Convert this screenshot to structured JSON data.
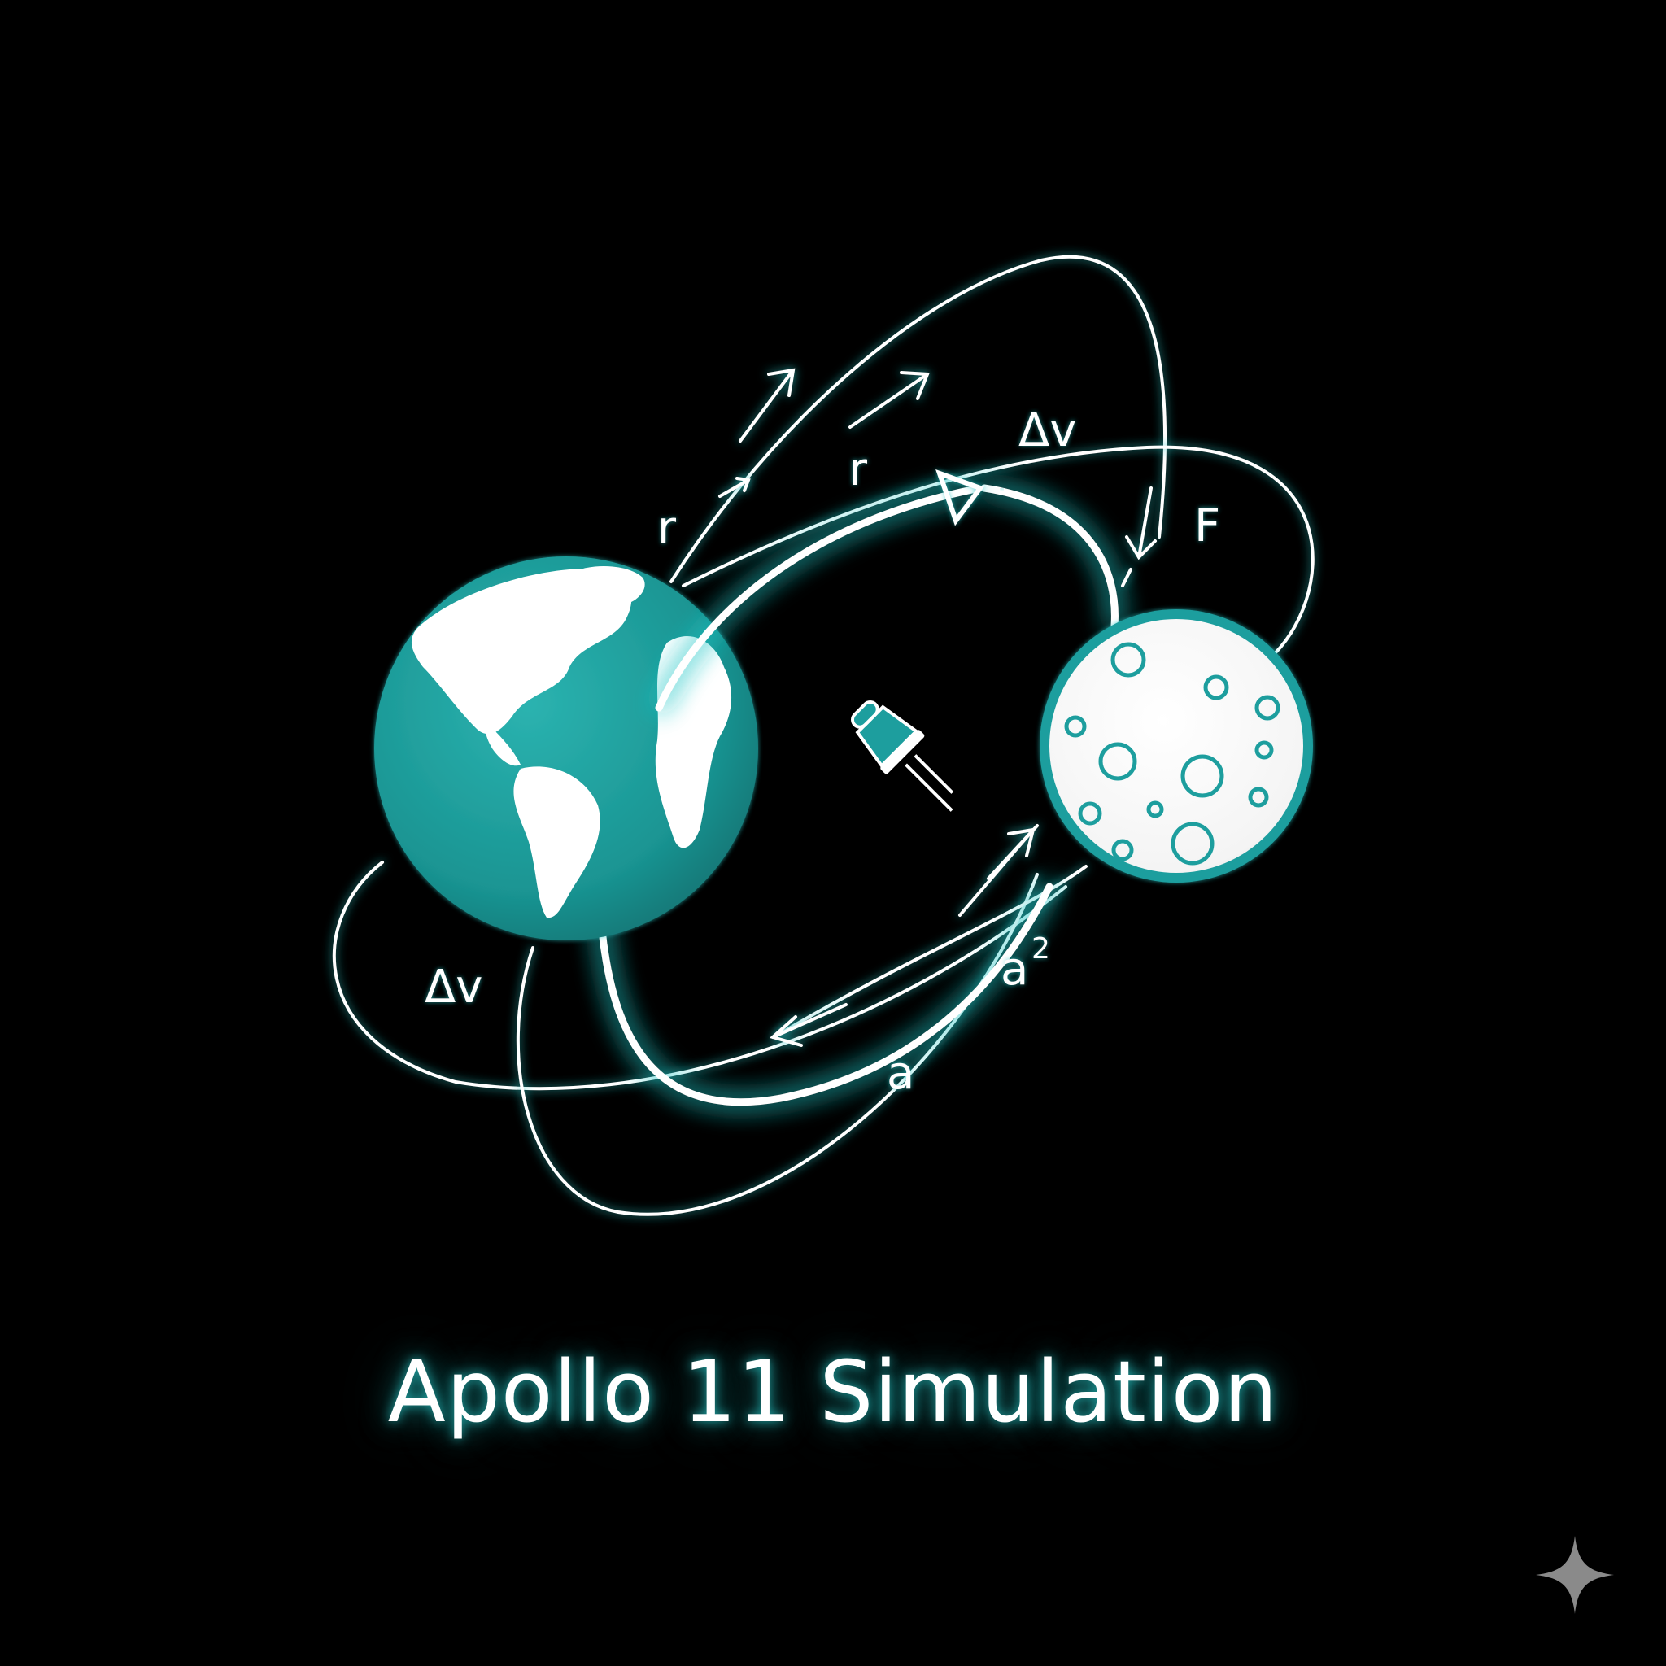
{
  "title": "Apollo 11 Simulation",
  "colors": {
    "background": "#000000",
    "accent": "#1d9e9e",
    "line": "#ffffff",
    "glow": "#26c6c6"
  },
  "labels": {
    "r_upper": "r",
    "r_middle": "r",
    "dv_top": "Δv",
    "force": "F",
    "dv_left": "Δv",
    "a_squared_base": "a",
    "a_squared_exp": "2",
    "a_lower": "a"
  },
  "icons": [
    "earth-icon",
    "moon-icon",
    "spacecraft-icon",
    "sparkle-icon"
  ]
}
